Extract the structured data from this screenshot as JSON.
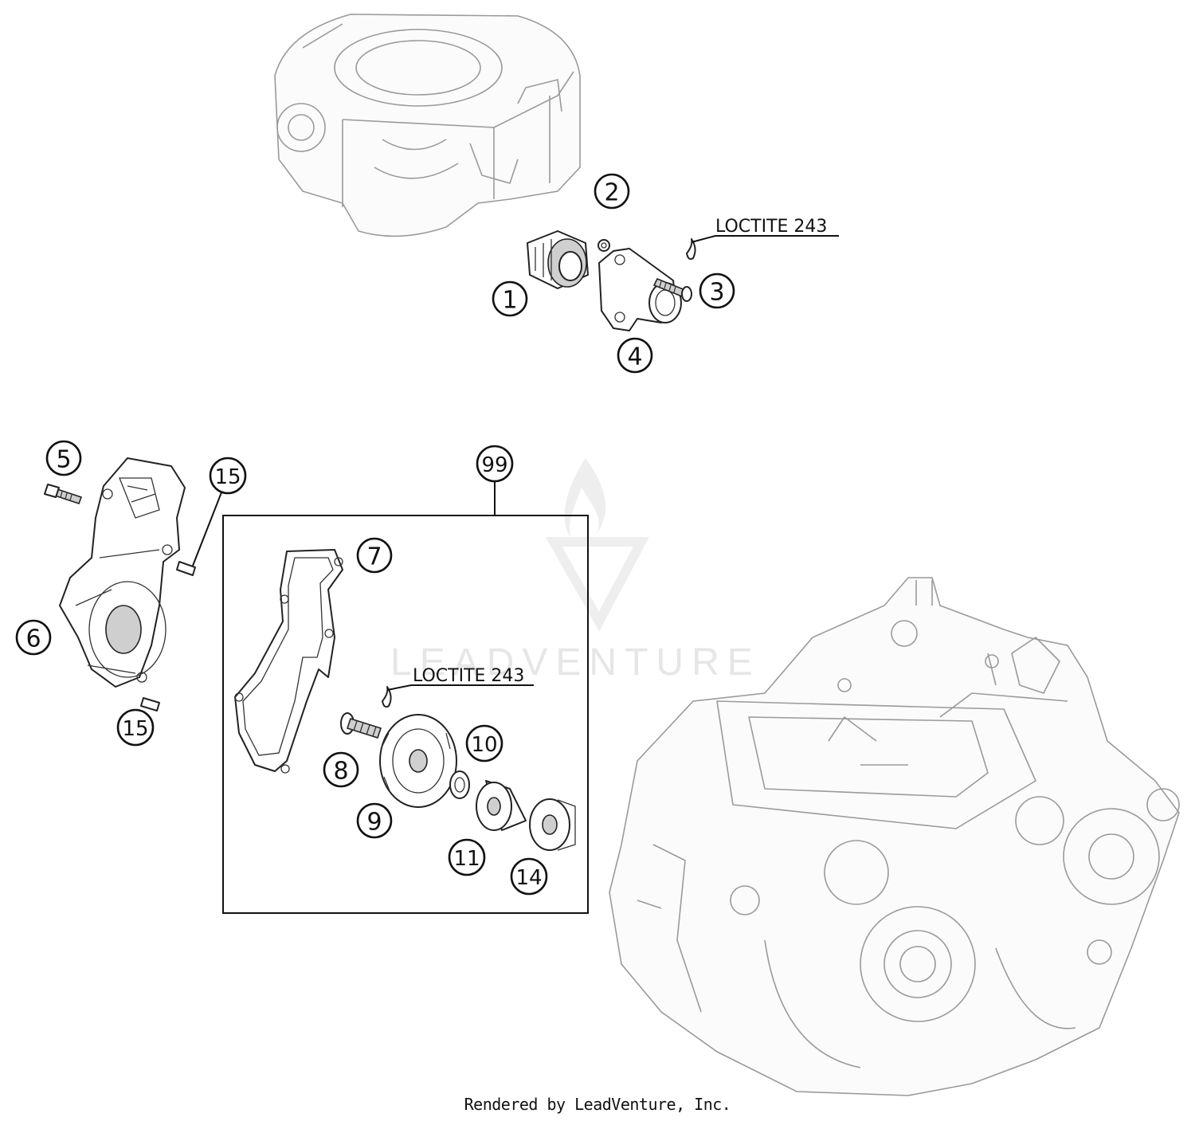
{
  "callouts": {
    "c1": "1",
    "c2": "2",
    "c3": "3",
    "c4": "4",
    "c5": "5",
    "c6": "6",
    "c7": "7",
    "c8": "8",
    "c9": "9",
    "c10": "10",
    "c11": "11",
    "c14": "14",
    "c15a": "15",
    "c15b": "15",
    "c99": "99"
  },
  "notes": {
    "loctite_top": "LOCTITE 243",
    "loctite_kit": "LOCTITE 243"
  },
  "watermark": "LEADVENTURE",
  "footer": "Rendered by LeadVenture, Inc."
}
